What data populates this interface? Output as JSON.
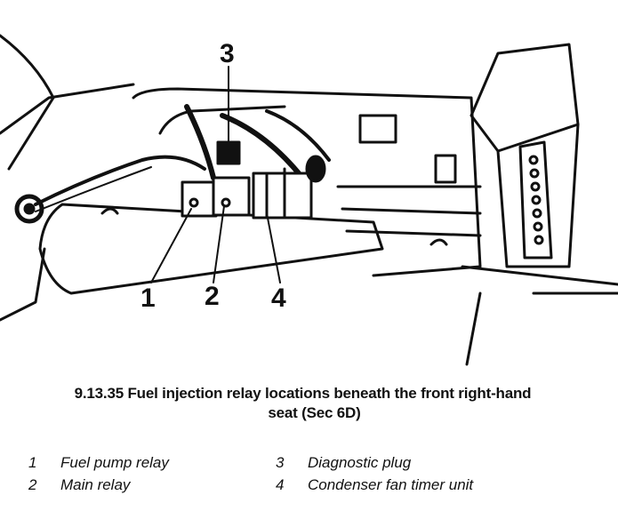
{
  "figure": {
    "callouts": [
      {
        "id": "1",
        "label": "1"
      },
      {
        "id": "2",
        "label": "2"
      },
      {
        "id": "3",
        "label": "3"
      },
      {
        "id": "4",
        "label": "4"
      }
    ],
    "caption_line1": "9.13.35 Fuel injection relay locations beneath the front right-hand",
    "caption_line2": "seat (Sec 6D)",
    "legend": [
      {
        "num": "1",
        "text": "Fuel pump relay"
      },
      {
        "num": "2",
        "text": "Main relay"
      },
      {
        "num": "3",
        "text": "Diagnostic plug"
      },
      {
        "num": "4",
        "text": "Condenser fan timer unit"
      }
    ]
  }
}
